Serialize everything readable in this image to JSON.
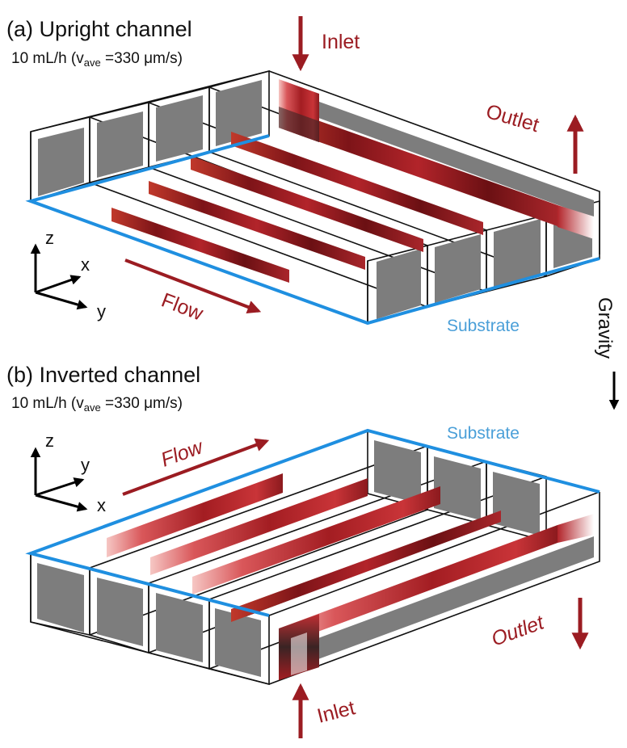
{
  "panel_a": {
    "title": "(a) Upright channel",
    "rate": "10 mL/h (v",
    "rate_sub": "ave",
    "rate_end": " =330 μm/s)",
    "inlet": "Inlet",
    "outlet": "Outlet",
    "flow": "Flow",
    "substrate": "Substrate",
    "axes": {
      "z": "z",
      "x": "x",
      "y": "y"
    }
  },
  "panel_b": {
    "title": "(b) Inverted channel",
    "rate": "10 mL/h (v",
    "rate_sub": "ave",
    "rate_end": " =330 μm/s)",
    "inlet": "Inlet",
    "outlet": "Outlet",
    "flow": "Flow",
    "substrate": "Substrate",
    "axes": {
      "z": "z",
      "y": "y",
      "x": "x"
    }
  },
  "gravity": "Gravity",
  "colors": {
    "dark_red": "#9b1c22",
    "substrate_blue": "#1f8fe0",
    "wall_gray": "#7d7d7d",
    "label_blue": "#4a9fd8"
  }
}
